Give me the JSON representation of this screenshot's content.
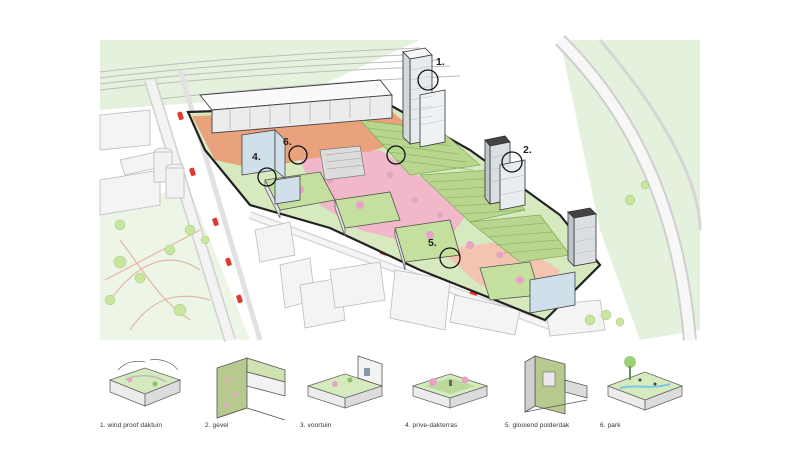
{
  "site_labels": [
    "1.",
    "2.",
    "4.",
    "5.",
    "6."
  ],
  "details": [
    {
      "caption": "1. wind proof daktuin",
      "icon": "roof-garden"
    },
    {
      "caption": "2. gevel",
      "icon": "facade"
    },
    {
      "caption": "3. voortuin",
      "icon": "front-garden"
    },
    {
      "caption": "4. prive-dakterras",
      "icon": "private-roof-terrace"
    },
    {
      "caption": "5. glooiend polderdak",
      "icon": "sloping-polder-roof"
    },
    {
      "caption": "6. park",
      "icon": "park"
    }
  ],
  "colors": {
    "terrace": "#e9a27c",
    "green_roof": "#b9d68f",
    "green_dark": "#7fae5a",
    "pink_path": "#f0b8c8",
    "trees": "#c8e6a0",
    "road_marker": "#e03a2e"
  }
}
